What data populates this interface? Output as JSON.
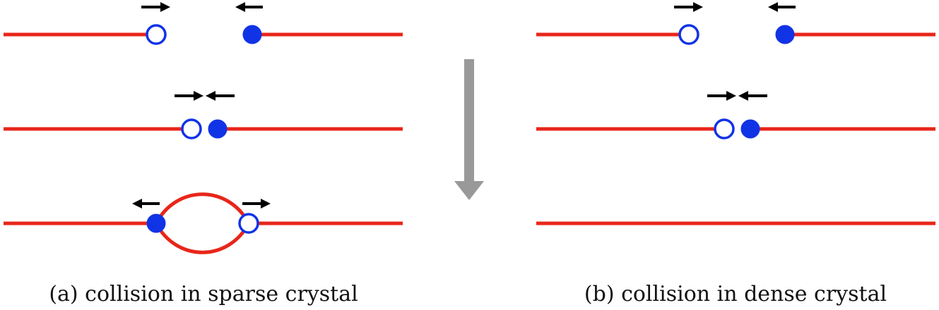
{
  "panels": [
    {
      "id": "a",
      "caption": "(a) collision in sparse crystal"
    },
    {
      "id": "b",
      "caption": "(b) collision in dense crystal"
    }
  ],
  "colors": {
    "line": "#e8261a",
    "particle": "#1133e6",
    "arrow": "#000000",
    "flow_arrow": "#999999",
    "background": "#ffffff"
  }
}
